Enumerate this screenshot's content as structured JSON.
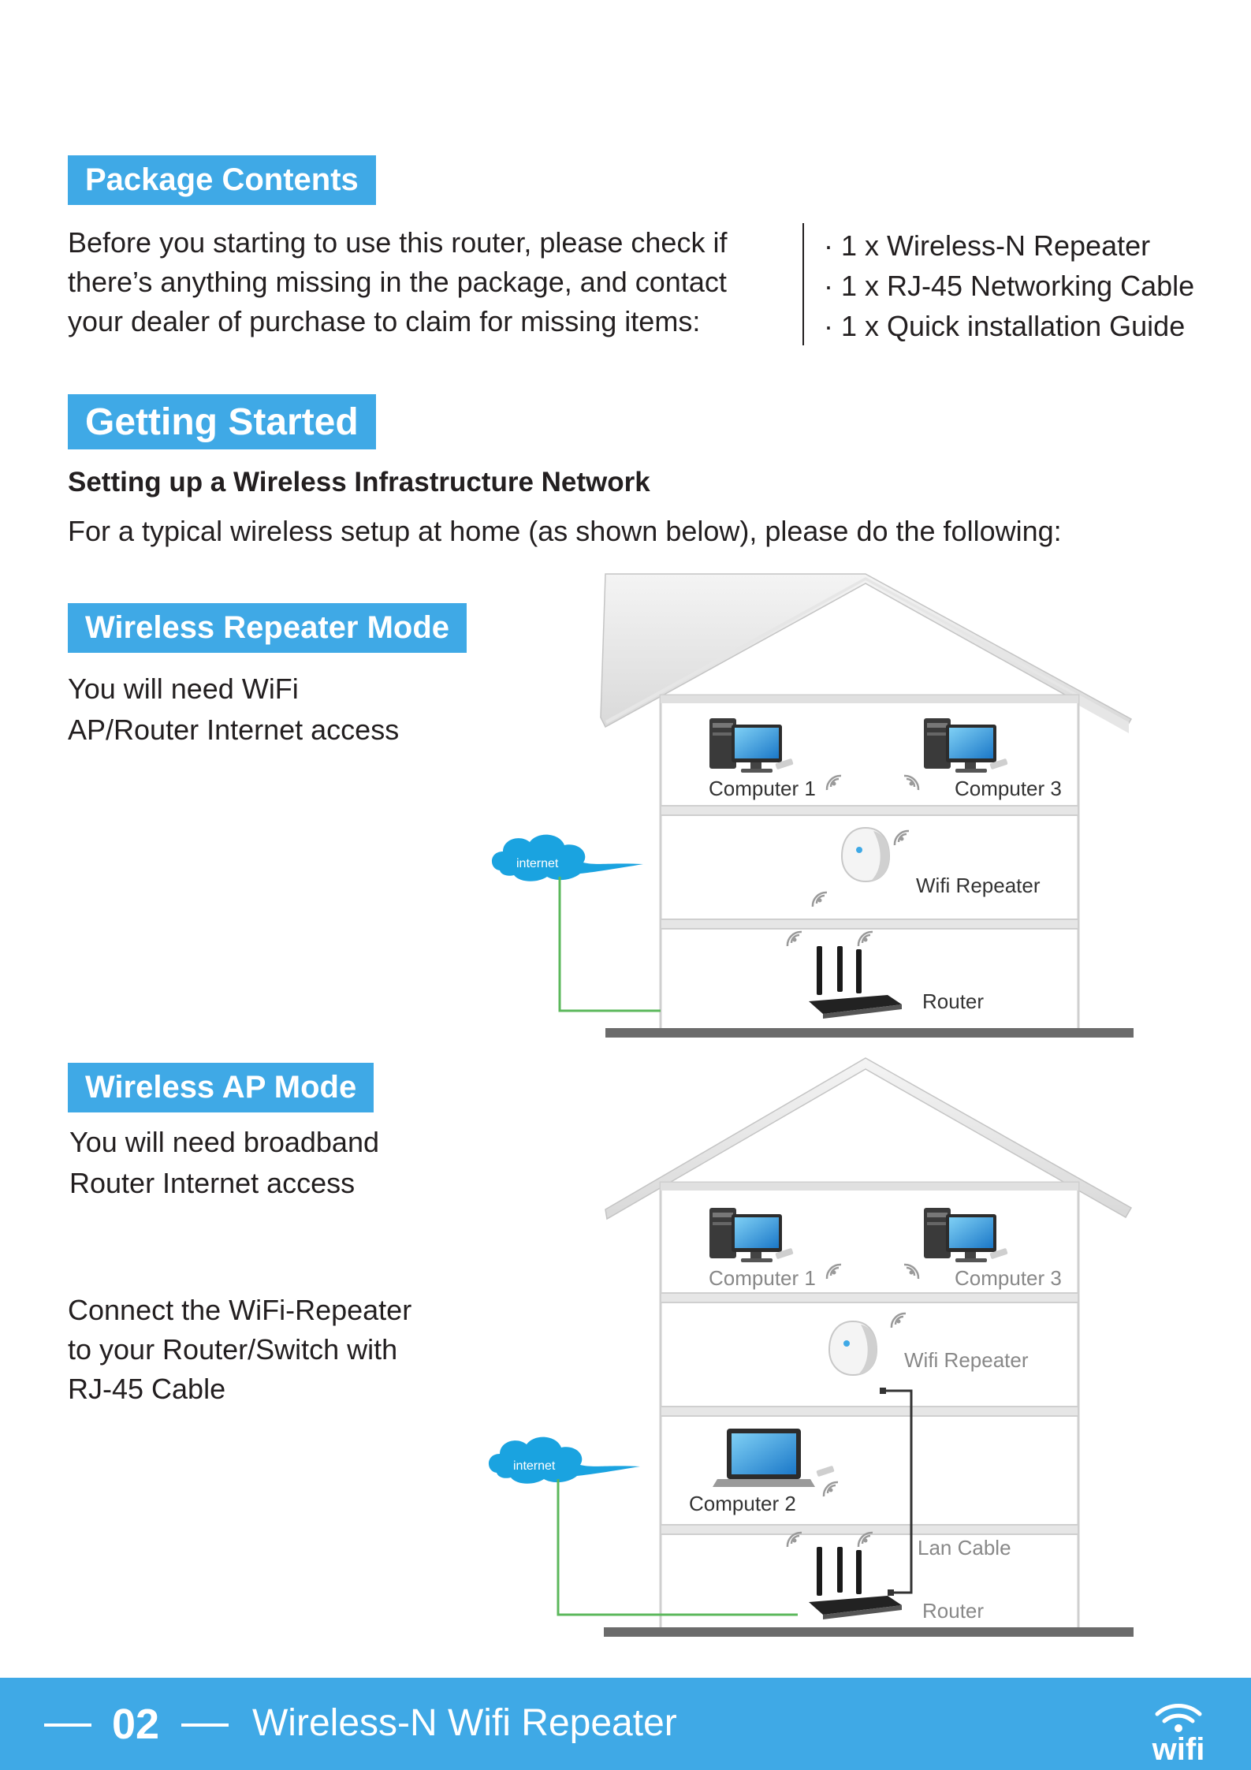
{
  "package": {
    "heading": "Package Contents",
    "intro_lines": [
      "Before you starting to use this router, please check if",
      "there’s anything missing in the package, and contact",
      "your dealer of purchase to claim for missing items:"
    ],
    "items": [
      "· 1 x Wireless-N Repeater",
      "· 1 x RJ-45 Networking Cable",
      "· 1 x Quick installation Guide"
    ]
  },
  "getting_started": {
    "heading": "Getting Started",
    "subheading": "Setting up a Wireless Infrastructure Network",
    "intro": "For a typical wireless setup at home (as shown below), please do the following:"
  },
  "repeater_mode": {
    "heading": "Wireless Repeater Mode",
    "desc_lines": [
      "You will need WiFi",
      "AP/Router Internet access"
    ],
    "diagram": {
      "cloud": "internet",
      "computer1": "Computer 1",
      "computer3": "Computer 3",
      "repeater": "Wifi Repeater",
      "router": "Router"
    }
  },
  "ap_mode": {
    "heading": "Wireless AP Mode",
    "desc_lines": [
      "You will need broadband",
      "Router Internet access"
    ],
    "connect_lines": [
      "Connect the WiFi-Repeater",
      "to your Router/Switch with",
      "RJ-45 Cable"
    ],
    "diagram": {
      "cloud": "internet",
      "computer1": "Computer 1",
      "computer3": "Computer 3",
      "repeater": "Wifi Repeater",
      "computer2": "Computer 2",
      "cable": "Lan Cable",
      "router": "Router"
    }
  },
  "footer": {
    "page_number": "02",
    "title": "Wireless-N Wifi Repeater",
    "logo": "wifi"
  },
  "colors": {
    "accent": "#3fa9e6",
    "cloud": "#1aa3e0",
    "cable_green": "#5cb85c"
  }
}
